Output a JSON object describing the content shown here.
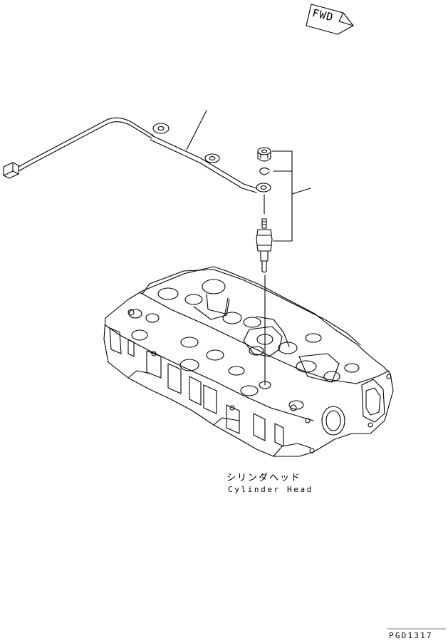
{
  "direction_marker": {
    "text": "FWD"
  },
  "part_label": {
    "japanese": "シリンダヘッド",
    "english": "Cylinder Head"
  },
  "drawing_code": "PGD1317",
  "colors": {
    "line": "#000000",
    "background": "#ffffff"
  }
}
